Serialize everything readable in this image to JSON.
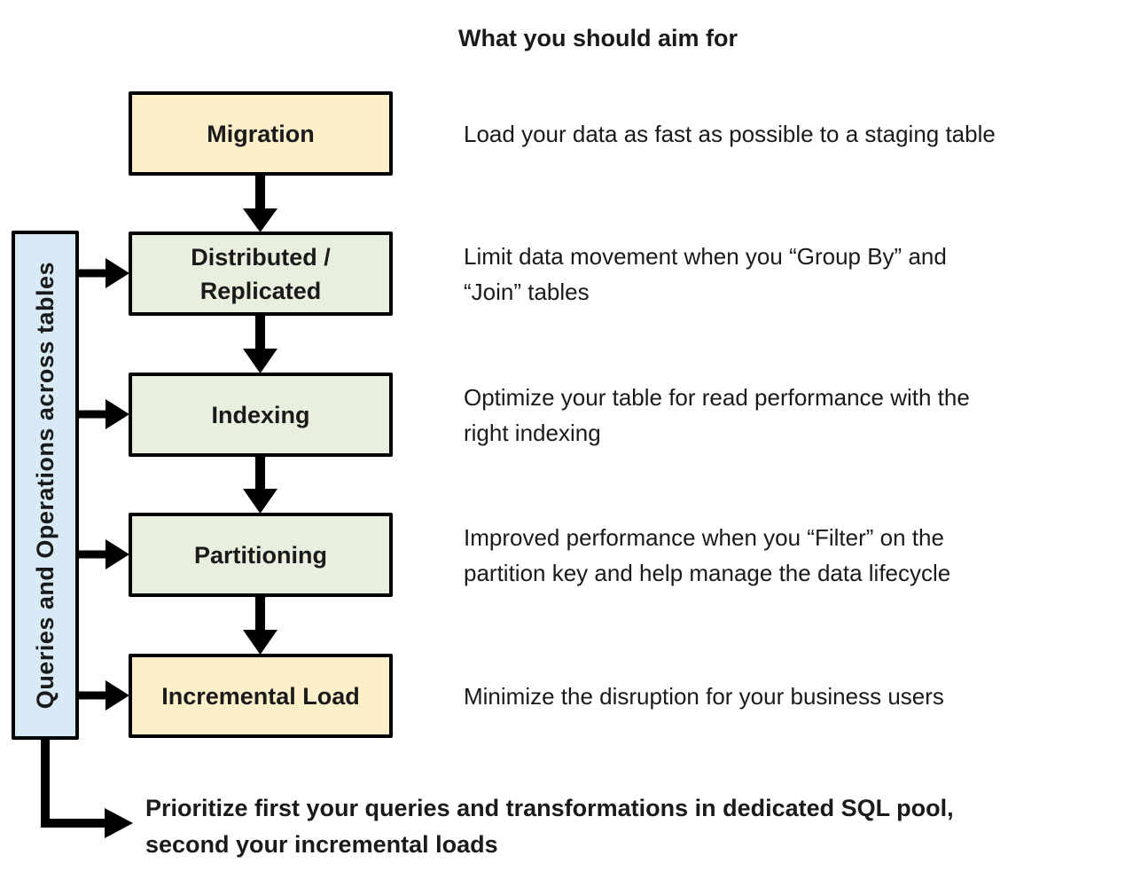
{
  "title": "What you should aim for",
  "sidebar": {
    "label": "Queries and Operations across tables"
  },
  "flow": {
    "steps": [
      {
        "id": "migration",
        "label": "Migration",
        "fill": "#FCEFC9",
        "description": "Load your data as fast as possible to a staging table"
      },
      {
        "id": "distributed-replicated",
        "label": "Distributed /\nReplicated",
        "fill": "#E9EFDE",
        "description": "Limit data movement when you “Group By” and\n“Join” tables"
      },
      {
        "id": "indexing",
        "label": "Indexing",
        "fill": "#E9EFDE",
        "description": "Optimize your table for read performance with the\nright indexing"
      },
      {
        "id": "partitioning",
        "label": "Partitioning",
        "fill": "#E9EFDE",
        "description": "Improved performance when you “Filter” on the\npartition key and help manage the data lifecycle"
      },
      {
        "id": "incremental-load",
        "label": "Incremental Load",
        "fill": "#FCEFC9",
        "description": "Minimize the disruption for your business users"
      }
    ]
  },
  "footnote": "Prioritize first your queries and transformations in dedicated SQL pool,\nsecond your incremental loads",
  "colors": {
    "background": "#FFFFFF",
    "box_border": "#000000",
    "arrow": "#000000",
    "sidebar_fill": "#D7EAF5",
    "stage_box_fill": "#FCEFC9",
    "optimize_box_fill": "#E9EFDE"
  }
}
